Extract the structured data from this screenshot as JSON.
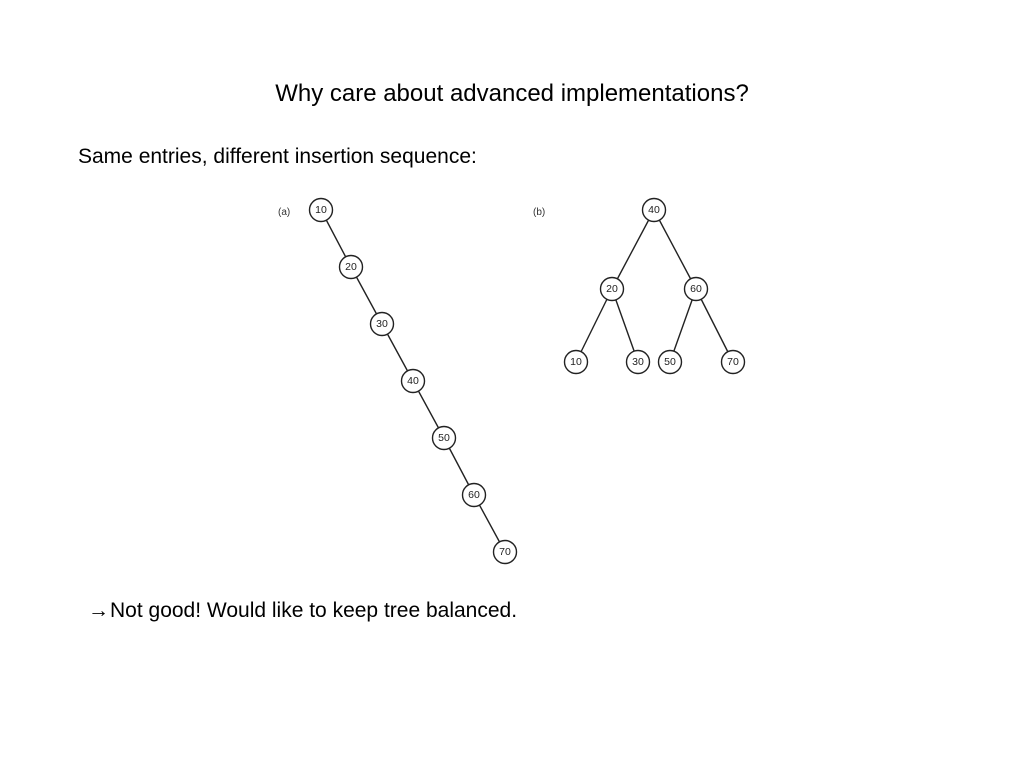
{
  "slide": {
    "title": "Why care about advanced implementations?",
    "subtitle": "Same entries, different insertion sequence:",
    "note": "Not good! Would like to keep tree balanced.",
    "note_arrow": "→"
  },
  "diagram_a": {
    "label": "(a)",
    "nodes": [
      "10",
      "20",
      "30",
      "40",
      "50",
      "60",
      "70"
    ]
  },
  "diagram_b": {
    "label": "(b)",
    "nodes": [
      "40",
      "20",
      "60",
      "10",
      "30",
      "50",
      "70"
    ]
  }
}
